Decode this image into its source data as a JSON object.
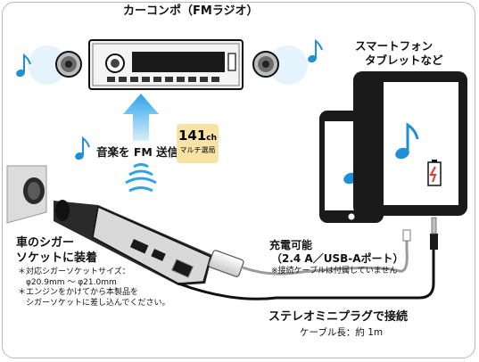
{
  "labels": {
    "car_radio": "カーコンポ（FMラジオ）",
    "smartphone_line1": "スマートフォン",
    "smartphone_line2": "タブレットなど",
    "music_fm": "音楽を FM 送信",
    "channel_number": "141",
    "channel_unit": "ch",
    "channel_sub": "マルチ選局",
    "socket_line1": "車のシガー",
    "socket_line2": "ソケットに装着",
    "note1": "＊対応シガーソケットサイズ：",
    "note2": "φ20.9mm ～ φ21.0mm",
    "note3": "＊エンジンをかけてから本製品を",
    "note4": "シガーソケットに差し込んでください。",
    "charge_line1": "充電可能",
    "charge_line2": "（2.4 A／USB-Aポート）",
    "charge_note": "※接続ケーブルは付属していません",
    "stereo_plug": "ステレオミニプラグで接続",
    "cable_length": "ケーブル長：約 1m"
  },
  "icons": [
    "music-note-icon",
    "speaker-icon",
    "battery-charging-icon",
    "fm-wave-icon",
    "up-arrow-icon"
  ],
  "colors": {
    "accent_blue": "#1f8fd6",
    "arrow_blue": "#2ea3e8",
    "badge_yellow": "#f7e3a6",
    "battery_red": "#e0362c",
    "device_black": "#1a1a1a"
  }
}
